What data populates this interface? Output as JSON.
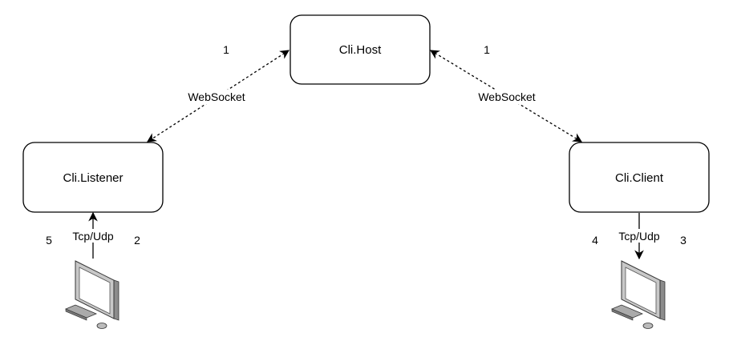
{
  "nodes": {
    "host": {
      "label": "Cli.Host"
    },
    "listener": {
      "label": "Cli.Listener"
    },
    "client": {
      "label": "Cli.Client"
    }
  },
  "edges": {
    "host_listener": {
      "label": "WebSocket",
      "number": "1",
      "style": "dashed",
      "arrows": "both"
    },
    "host_client": {
      "label": "WebSocket",
      "number": "1",
      "style": "dashed",
      "arrows": "both"
    },
    "listener_pc": {
      "label": "Tcp/Udp",
      "left_number": "5",
      "right_number": "2",
      "arrow": "up"
    },
    "client_pc": {
      "label": "Tcp/Udp",
      "left_number": "4",
      "right_number": "3",
      "arrow": "down"
    }
  },
  "icons": {
    "left_computer": "computer-icon",
    "right_computer": "computer-icon"
  },
  "colors": {
    "stroke": "#000000",
    "monitor_frame": "#bfbfbf",
    "monitor_screen": "#ffffff",
    "background": "#ffffff"
  }
}
